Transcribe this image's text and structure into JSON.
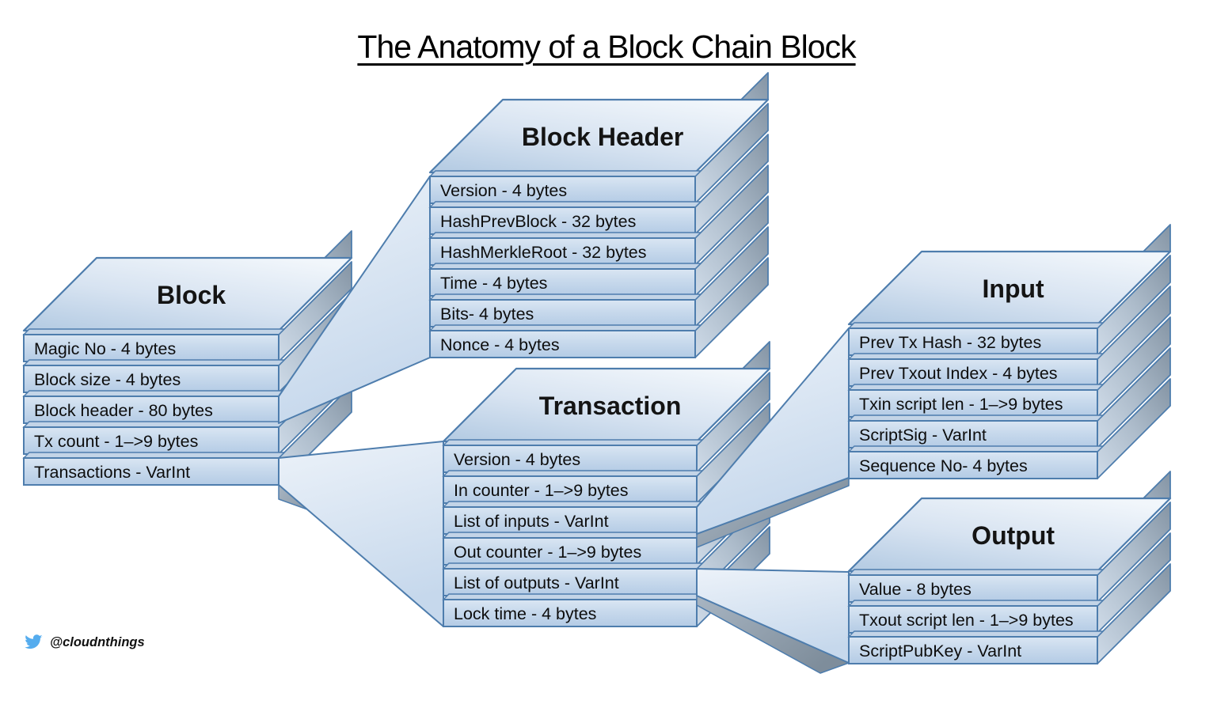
{
  "page_title": "The Anatomy of a Block Chain Block",
  "attribution": {
    "icon": "twitter-bird-icon",
    "handle": "@cloudnthings"
  },
  "colors": {
    "background": "#ffffff",
    "outline": "#4e7dad",
    "face_light": "#d8e4f2",
    "face_dark": "#b6cde6",
    "side_gray": "#8494a4",
    "twitter_blue": "#55acee",
    "text": "#000000"
  },
  "stacks": [
    {
      "id": "block",
      "title": "Block",
      "rows": [
        "Magic No - 4 bytes",
        "Block size - 4 bytes",
        "Block header - 80 bytes",
        "Tx count - 1–>9 bytes",
        "Transactions - VarInt"
      ]
    },
    {
      "id": "block-header",
      "title": "Block Header",
      "rows": [
        "Version - 4 bytes",
        "HashPrevBlock - 32 bytes",
        "HashMerkleRoot - 32 bytes",
        "Time - 4 bytes",
        "Bits- 4 bytes",
        "Nonce - 4 bytes"
      ]
    },
    {
      "id": "transaction",
      "title": "Transaction",
      "rows": [
        "Version - 4 bytes",
        "In counter - 1–>9 bytes",
        "List of inputs - VarInt",
        "Out counter - 1–>9 bytes",
        "List of outputs - VarInt",
        "Lock time - 4 bytes"
      ]
    },
    {
      "id": "input",
      "title": "Input",
      "rows": [
        "Prev Tx Hash - 32 bytes",
        "Prev Txout Index - 4 bytes",
        "Txin script len - 1–>9 bytes",
        "ScriptSig - VarInt",
        "Sequence No- 4 bytes"
      ]
    },
    {
      "id": "output",
      "title": "Output",
      "rows": [
        "Value - 8 bytes",
        "Txout script len - 1–>9 bytes",
        "ScriptPubKey - VarInt"
      ]
    }
  ],
  "connectors": [
    {
      "from": "block-row-block-header",
      "to": "block-header"
    },
    {
      "from": "block-row-transactions",
      "to": "transaction"
    },
    {
      "from": "transaction-row-list-of-inputs",
      "to": "input"
    },
    {
      "from": "transaction-row-list-of-outputs",
      "to": "output"
    }
  ]
}
